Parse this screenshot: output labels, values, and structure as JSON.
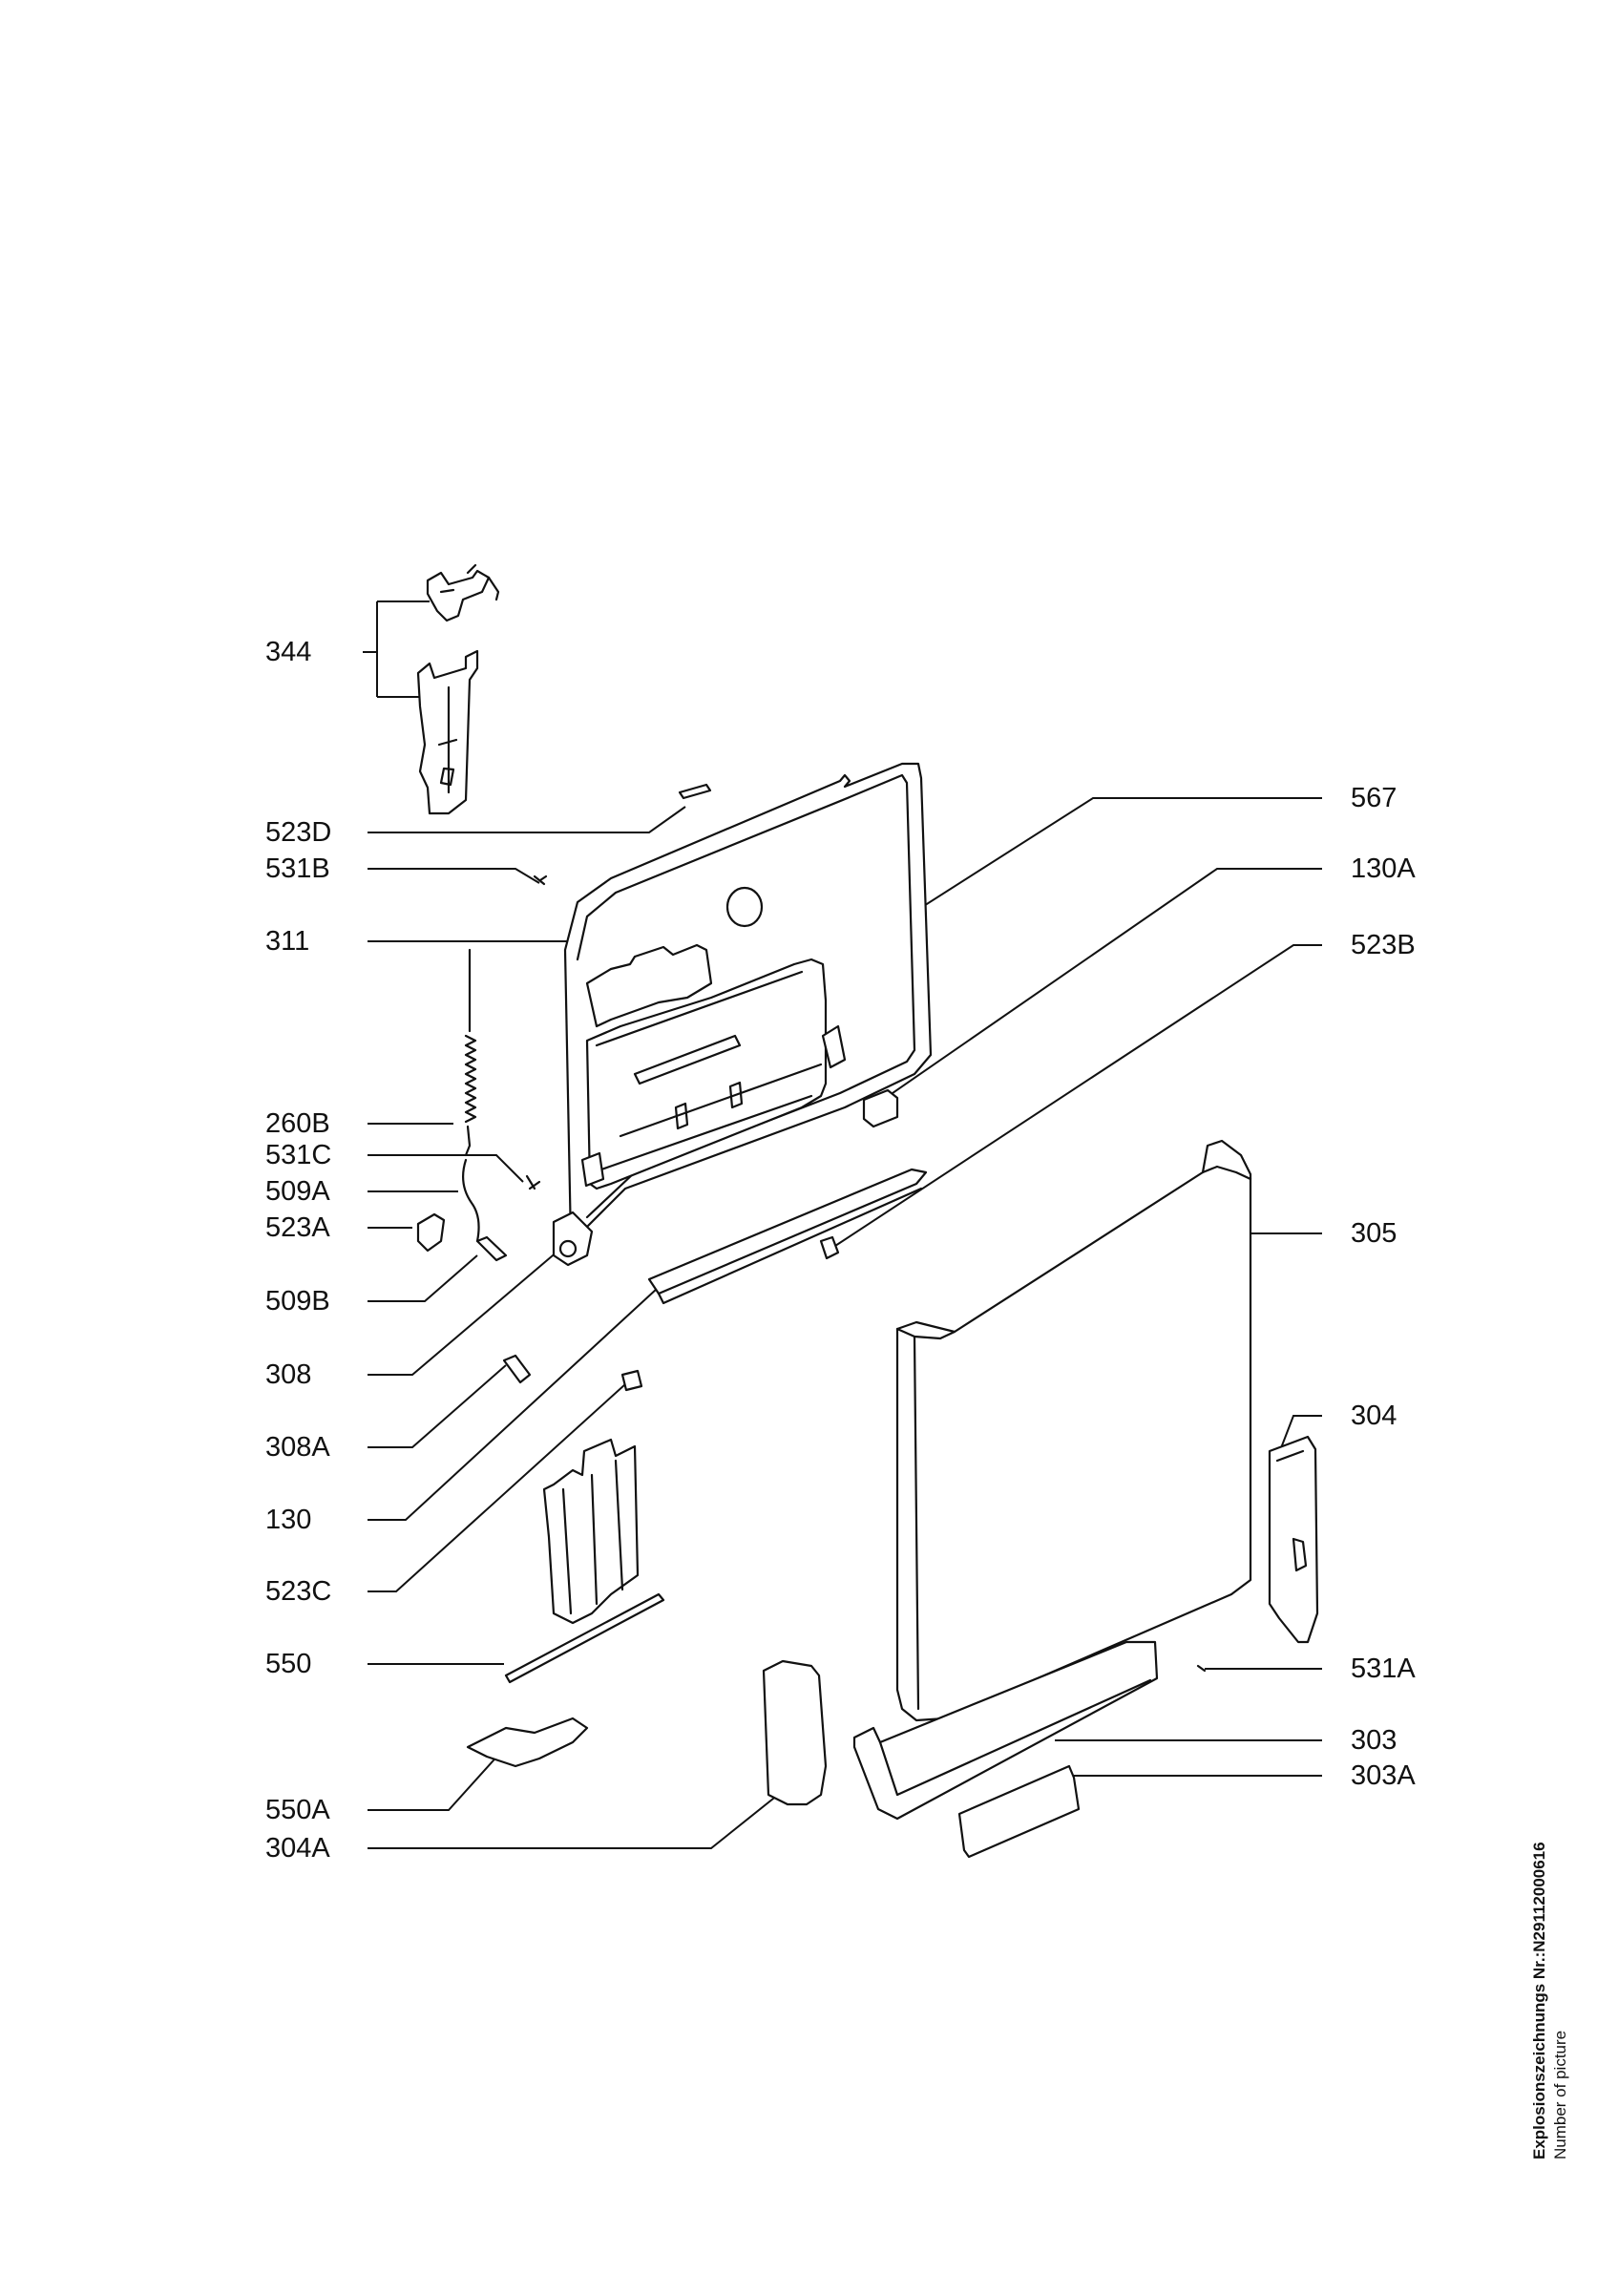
{
  "callouts": {
    "c344": "344",
    "c523D": "523D",
    "c531B": "531B",
    "c311": "311",
    "c260B": "260B",
    "c531C": "531C",
    "c509A": "509A",
    "c523A": "523A",
    "c509B": "509B",
    "c308": "308",
    "c308A": "308A",
    "c130": "130",
    "c523C": "523C",
    "c550": "550",
    "c550A": "550A",
    "c304A": "304A",
    "c567": "567",
    "c130A": "130A",
    "c523B": "523B",
    "c305": "305",
    "c304": "304",
    "c531A": "531A",
    "c303": "303",
    "c303A": "303A"
  },
  "footer": {
    "drawing_number": "Explosionszeichnungs Nr.:N29112000616",
    "number_of_picture": "Number of picture"
  }
}
